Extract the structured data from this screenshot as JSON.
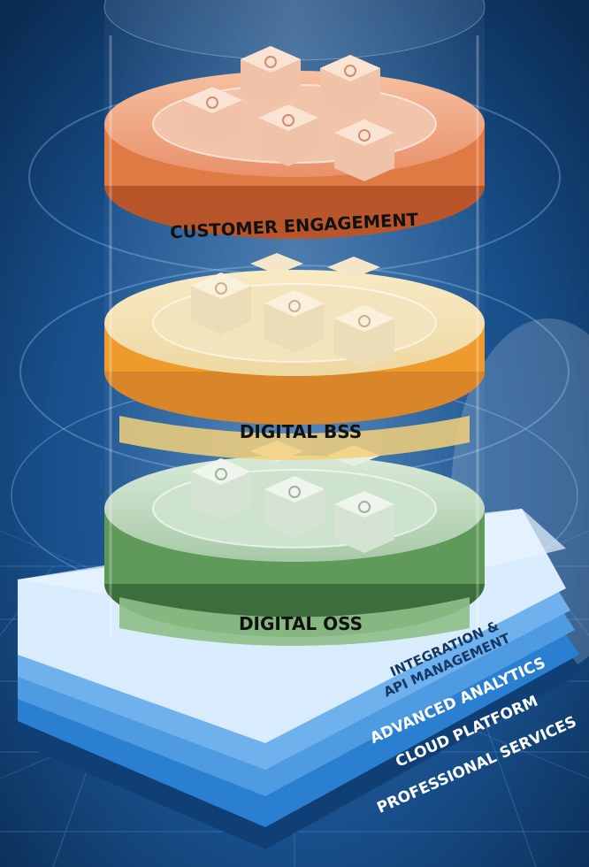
{
  "layers": {
    "customer_engagement": "CUSTOMER ENGAGEMENT",
    "digital_bss": "DIGITAL BSS",
    "digital_oss": "DIGITAL OSS"
  },
  "platform": {
    "integration_line1": "INTEGRATION &",
    "integration_line2": "API MANAGEMENT",
    "advanced_analytics": "ADVANCED ANALYTICS",
    "cloud_platform": "CLOUD PLATFORM",
    "professional_services": "PROFESSIONAL SERVICES"
  },
  "icons": {
    "customer_engagement": [
      "share-network-icon",
      "location-pin-icon",
      "building-icon",
      "mobile-app-icon",
      "globe-dollar-icon"
    ],
    "digital_bss": [
      "hand-coin-icon",
      "handshake-icon",
      "gear-bulb-icon",
      "invoice-icon",
      "user-target-icon"
    ],
    "digital_oss": [
      "hub-network-icon",
      "workflow-icon",
      "nodes-icon",
      "cloud-tree-icon",
      "strategy-icon"
    ]
  },
  "colors": {
    "background": "#0d3563",
    "customer_engagement": "#e07a45",
    "digital_bss": "#ef9a2c",
    "digital_oss": "#5f9a5a",
    "platform_light": "#dceefc",
    "platform_blue": "#2f86d6"
  }
}
